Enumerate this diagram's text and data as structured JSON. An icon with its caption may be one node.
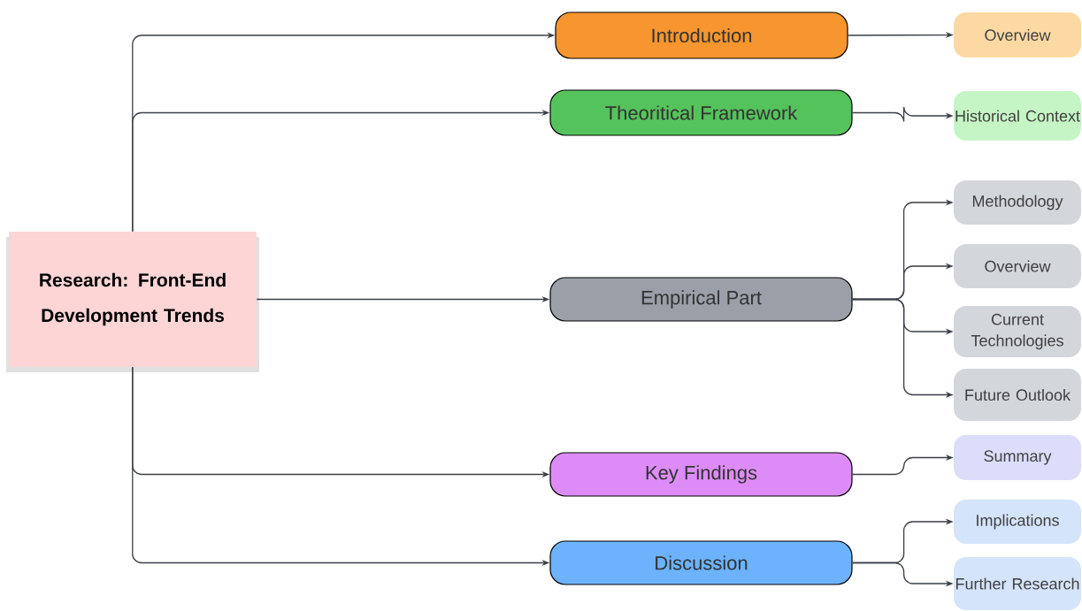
{
  "diagram": {
    "nodes": [
      {
        "text": [
          "Research: Front-End Development Trends"
        ]
      },
      {
        "text": [
          "Introduction"
        ]
      },
      {
        "text": [
          "Theoritical Framework"
        ]
      },
      {
        "text": [
          "Empirical Part"
        ]
      },
      {
        "text": [
          "Key Findings"
        ]
      },
      {
        "text": [
          "Discussion"
        ]
      },
      {
        "text": [
          "Overview"
        ]
      },
      {
        "text": [
          "Historical Context"
        ]
      },
      {
        "text": [
          "Methodology"
        ]
      },
      {
        "text": [
          "Overview"
        ]
      },
      {
        "text": [
          "Current Technologies"
        ]
      },
      {
        "text": [
          "Future Outlook"
        ]
      },
      {
        "text": [
          "Summary"
        ]
      },
      {
        "text": [
          "Implications"
        ]
      },
      {
        "text": [
          "Further Research"
        ]
      }
    ],
    "edges": [
      {
        "from": 0,
        "to": 1,
        "arrow": "to"
      },
      {
        "from": 0,
        "to": 2,
        "arrow": "to"
      },
      {
        "from": 0,
        "to": 3,
        "arrow": "to"
      },
      {
        "from": 0,
        "to": 4,
        "arrow": "to"
      },
      {
        "from": 0,
        "to": 5,
        "arrow": "to"
      },
      {
        "from": 1,
        "to": 6,
        "arrow": "to"
      },
      {
        "from": 2,
        "to": 7,
        "arrow": "to"
      },
      {
        "from": 3,
        "to": 8,
        "arrow": "to"
      },
      {
        "from": 3,
        "to": 9,
        "arrow": "to"
      },
      {
        "from": 3,
        "to": 10,
        "arrow": "to"
      },
      {
        "from": 3,
        "to": 11,
        "arrow": "to"
      },
      {
        "from": 4,
        "to": 12,
        "arrow": "to"
      },
      {
        "from": 5,
        "to": 13,
        "arrow": "to"
      },
      {
        "from": 5,
        "to": 14,
        "arrow": "to"
      }
    ]
  }
}
